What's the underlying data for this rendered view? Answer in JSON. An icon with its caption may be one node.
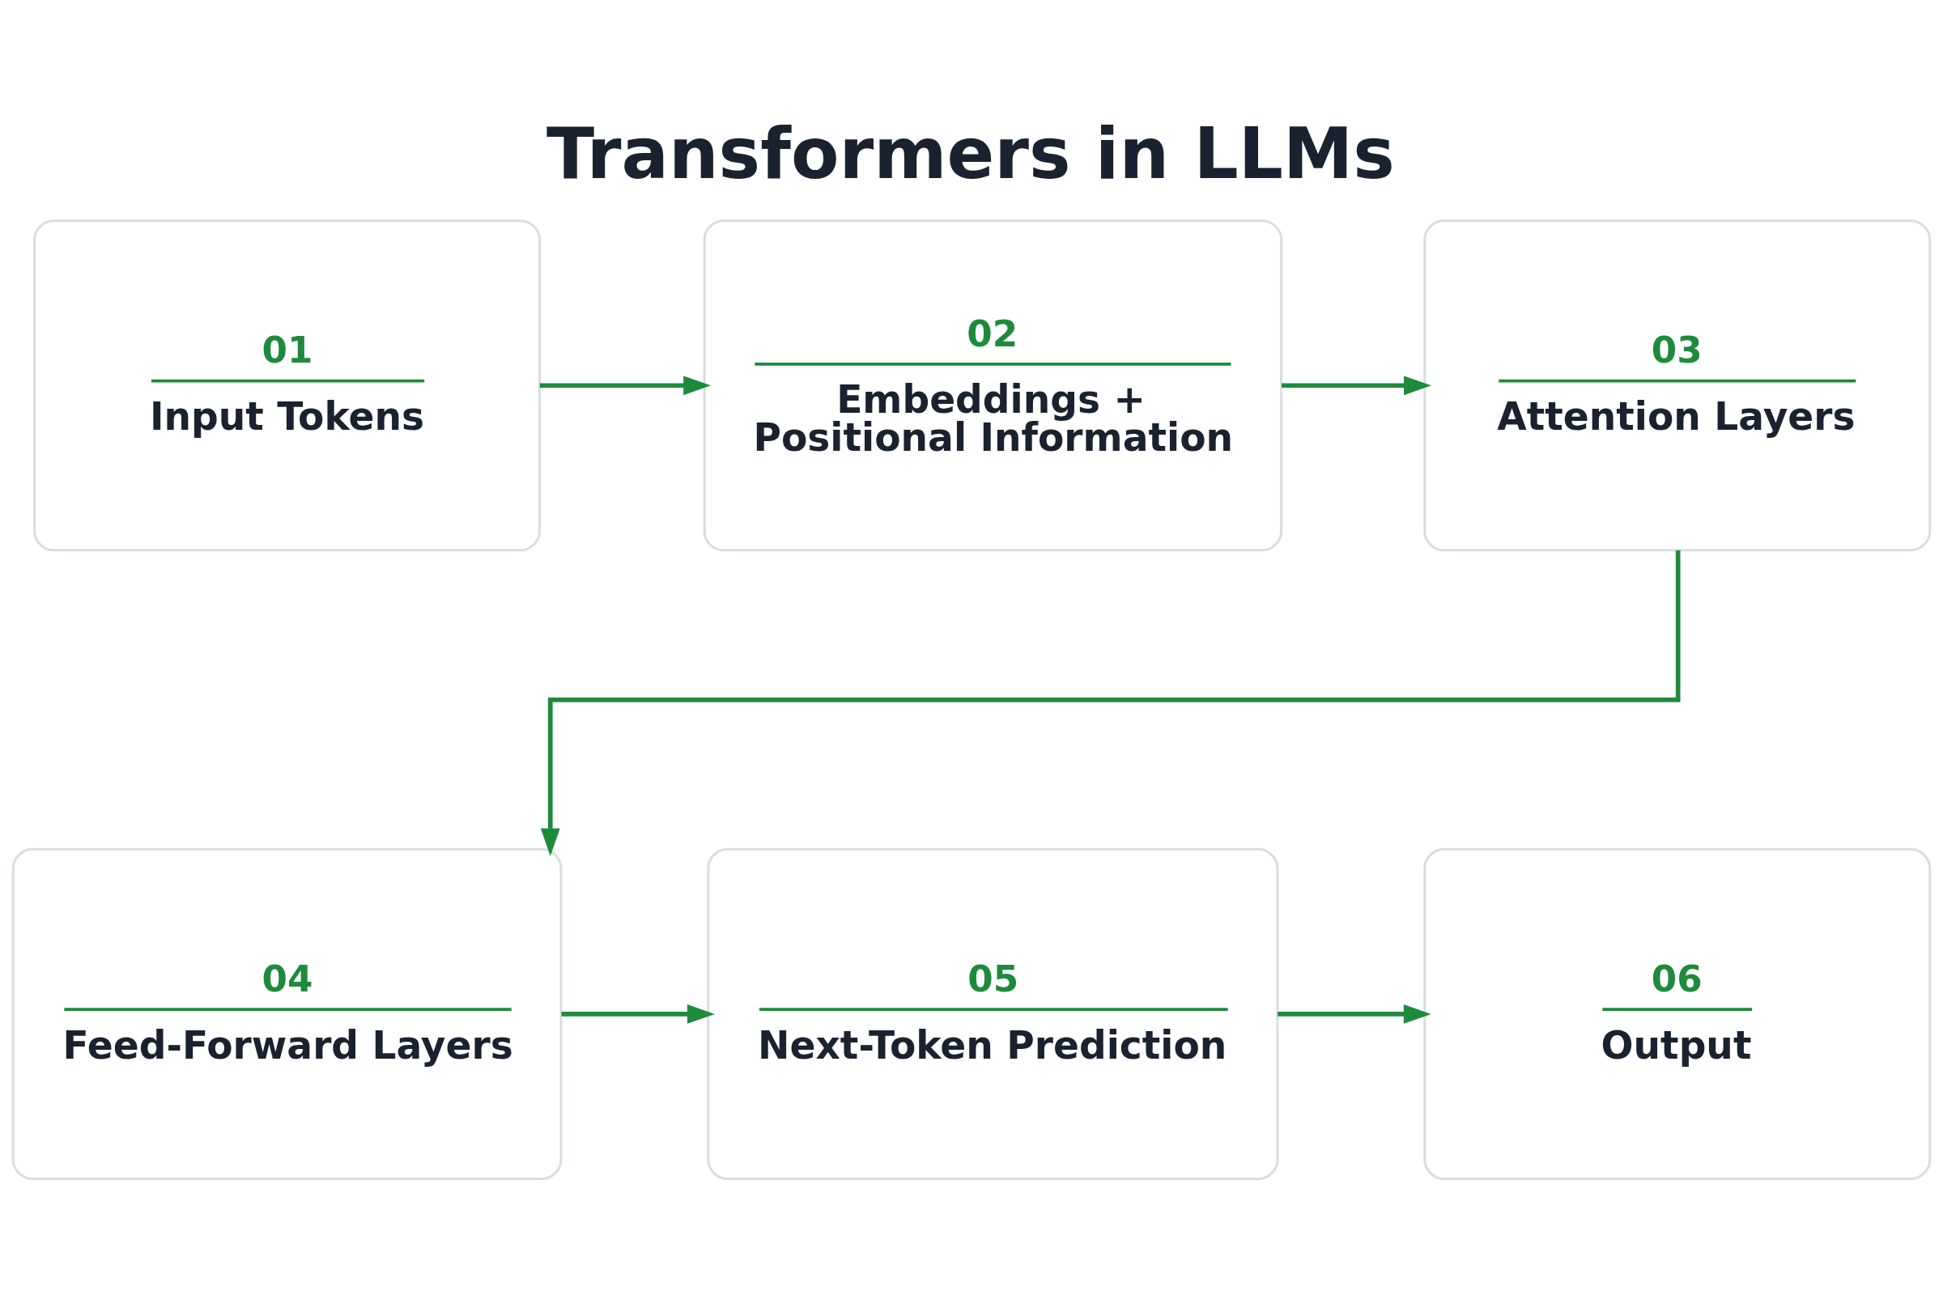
{
  "diagram": {
    "title": "Transformers in LLMs",
    "nodes": [
      {
        "text": [
          "01",
          "Input Tokens"
        ]
      },
      {
        "text": [
          "02",
          "Embeddings + Positional Information"
        ]
      },
      {
        "text": [
          "03",
          "Attention Layers"
        ]
      },
      {
        "text": [
          "04",
          "Feed-Forward Layers"
        ]
      },
      {
        "text": [
          "05",
          "Next-Token Prediction"
        ]
      },
      {
        "text": [
          "06",
          "Output"
        ]
      }
    ],
    "edges": [
      {
        "from": 0,
        "to": 1,
        "arrow": "to"
      },
      {
        "from": 1,
        "to": 2,
        "arrow": "to"
      },
      {
        "from": 2,
        "to": 3,
        "arrow": "to"
      },
      {
        "from": 3,
        "to": 4,
        "arrow": "to"
      },
      {
        "from": 4,
        "to": 5,
        "arrow": "to"
      }
    ]
  }
}
